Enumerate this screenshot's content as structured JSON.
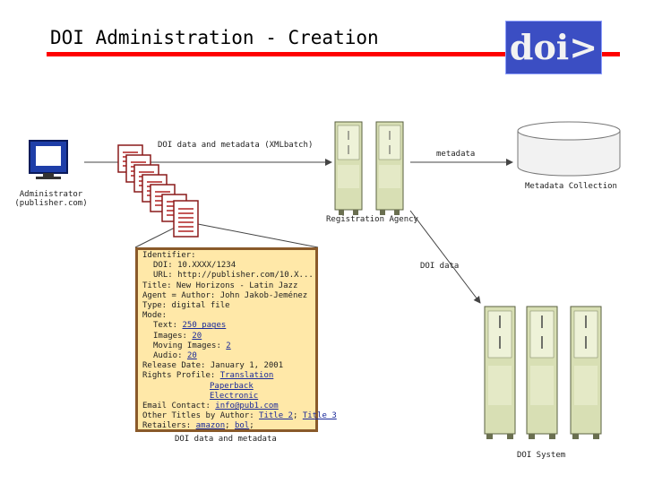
{
  "header": {
    "title": "DOI Administration - Creation",
    "logo_text": "doi>"
  },
  "labels": {
    "doi_data_xml": "DOI data and metadata (XMLbatch)",
    "metadata": "metadata",
    "metadata_collection": "Metadata Collection",
    "administrator_line1": "Administrator",
    "administrator_line2": "(publisher.com)",
    "registration_agency": "Registration Agency",
    "doi_data": "DOI data",
    "doi_data_and_metadata": "DOI data and metadata",
    "doi_system": "DOI System"
  },
  "record": {
    "identifier_label": "Identifier:",
    "doi_line": "DOI: 10.XXXX/1234",
    "url_line": "URL: http://publisher.com/10.X...",
    "title_line": "Title: New Horizons - Latin Jazz",
    "agent_line": "Agent = Author: John Jakob-Jeménez",
    "type_line": "Type: digital file",
    "mode_label": "Mode:",
    "text_prefix": "Text: ",
    "text_link": "250 pages",
    "images_prefix": "Images: ",
    "images_link": "20",
    "moving_prefix": "Moving Images: ",
    "moving_link": "2",
    "audio_prefix": "Audio: ",
    "audio_link": "20",
    "release_line": "Release Date: January 1, 2001",
    "rights_prefix": "Rights Profile: ",
    "rights_links": [
      "Translation",
      "Paperback",
      "Electronic"
    ],
    "email_prefix": "Email Contact: ",
    "email_link": "info@pub1.com",
    "other_prefix": "Other Titles by Author: ",
    "other_link1": "Title 2",
    "other_sep": "; ",
    "other_link2": "Title 3",
    "retailers_prefix": "Retailers: ",
    "retailer_link1": "amazon",
    "retailer_sep": "; ",
    "retailer_link2": "bol",
    "retailer_end": ";"
  },
  "colors": {
    "accent_red": "#ff0000",
    "logo_blue": "#3b4ec3",
    "record_bg": "#ffe8a8",
    "record_border": "#8a5a2a",
    "server_green": "#d8dfb4"
  },
  "icons": [
    "computer-icon",
    "document-stack-icon",
    "server-icon",
    "database-icon"
  ]
}
